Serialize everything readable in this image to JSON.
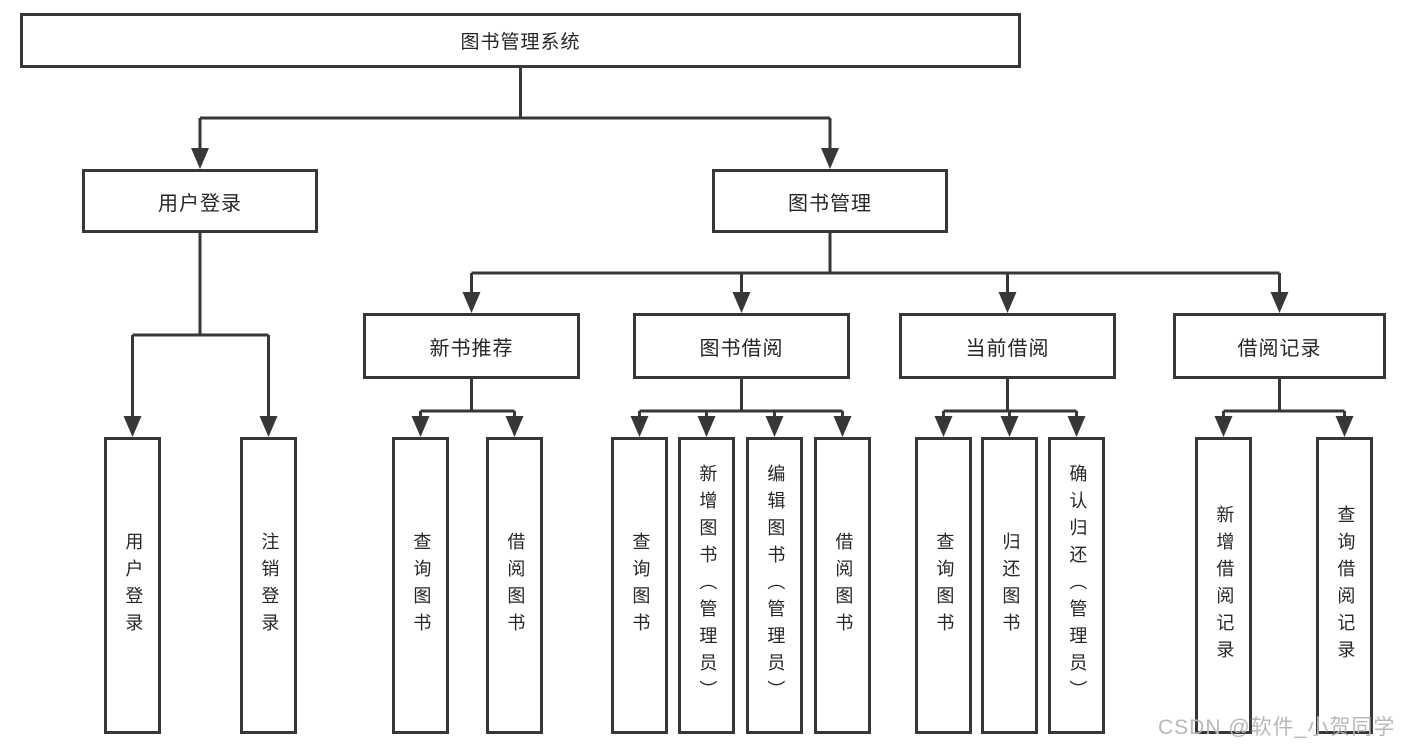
{
  "diagram": {
    "root": {
      "label": "图书管理系统"
    },
    "level2": [
      {
        "label": "用户登录"
      },
      {
        "label": "图书管理"
      }
    ],
    "level3": [
      {
        "label": "新书推荐"
      },
      {
        "label": "图书借阅"
      },
      {
        "label": "当前借阅"
      },
      {
        "label": "借阅记录"
      }
    ],
    "leaves": {
      "login": [
        "用户登录",
        "注销登录"
      ],
      "recommend": [
        "查询图书",
        "借阅图书"
      ],
      "borrow": [
        "查询图书",
        "新增图书（管理员）",
        "编辑图书（管理员）",
        "借阅图书"
      ],
      "current": [
        "查询图书",
        "归还图书",
        "确认归还（管理员）"
      ],
      "records": [
        "新增借阅记录",
        "查询借阅记录"
      ]
    }
  },
  "watermark": {
    "text": "CSDN @软件_小贺同学"
  },
  "colors": {
    "line": "#373737",
    "text": "#262626",
    "box_background": "#ffffff",
    "watermark": "#b8b8b8",
    "background": "#ffffff"
  }
}
